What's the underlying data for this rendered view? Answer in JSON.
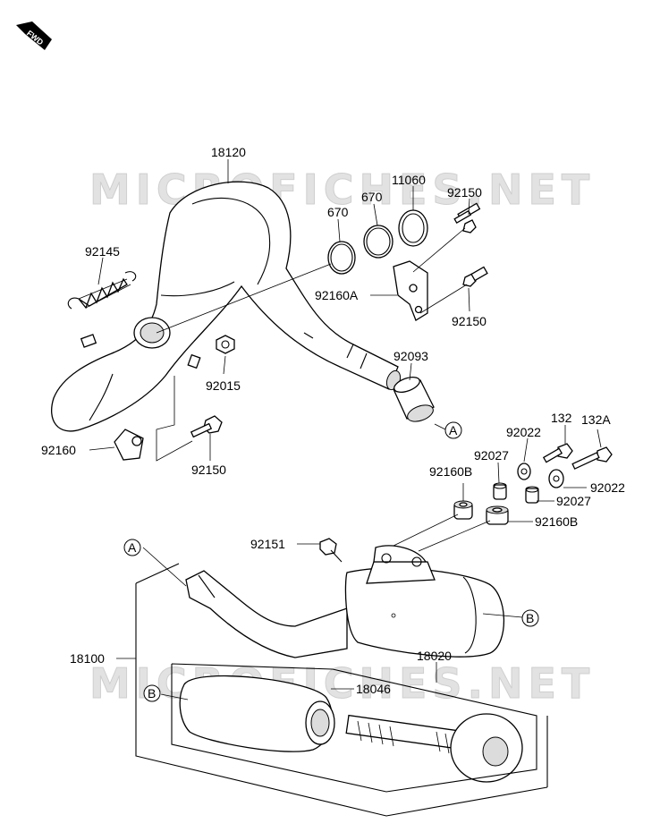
{
  "watermark": "MICROFICHES.NET",
  "fwd_label": "FWD",
  "part_labels": {
    "p18120": "18120",
    "p92145": "92145",
    "p670a": "670",
    "p670b": "670",
    "p11060": "11060",
    "p92150a": "92150",
    "p92160A": "92160A",
    "p92150b": "92150",
    "p92093": "92093",
    "p92015": "92015",
    "p92160": "92160",
    "p92150c": "92150",
    "p132": "132",
    "p132A": "132A",
    "p92022a": "92022",
    "p92027a": "92027",
    "p92160Ba": "92160B",
    "p92022b": "92022",
    "p92027b": "92027",
    "p92160Bb": "92160B",
    "p92151": "92151",
    "p18100": "18100",
    "p18020": "18020",
    "p18046": "18046"
  },
  "callouts": {
    "a1": "A",
    "a2": "A",
    "b1": "B",
    "b2": "B"
  }
}
